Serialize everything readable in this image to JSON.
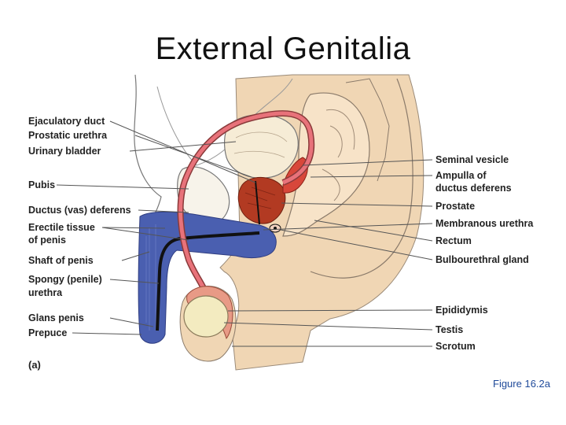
{
  "title": "External Genitalia",
  "caption": "Figure 16.2a",
  "panel_label": "(a)",
  "labels": {
    "ejaculatory_duct": "Ejaculatory duct",
    "prostatic_urethra": "Prostatic urethra",
    "urinary_bladder": "Urinary bladder",
    "pubis": "Pubis",
    "ductus_deferens": "Ductus (vas) deferens",
    "erectile_tissue_1": "Erectile tissue",
    "erectile_tissue_2": "of penis",
    "shaft_of_penis": "Shaft of penis",
    "spongy_urethra_1": "Spongy (penile)",
    "spongy_urethra_2": "urethra",
    "glans_penis": "Glans penis",
    "prepuce": "Prepuce",
    "seminal_vesicle": "Seminal vesicle",
    "ampulla_1": "Ampulla of",
    "ampulla_2": "ductus deferens",
    "prostate": "Prostate",
    "membranous_urethra": "Membranous urethra",
    "rectum": "Rectum",
    "bulbourethral_gland": "Bulbourethral gland",
    "epididymis": "Epididymis",
    "testis": "Testis",
    "scrotum": "Scrotum"
  },
  "colors": {
    "skin": "#f0d6b4",
    "erectile_tissue": "#4a5fb0",
    "duct": "#e8727a",
    "prostate": "#b23a22",
    "testis": "#f3ebc0",
    "leader": "#555555",
    "outline": "#666666"
  }
}
